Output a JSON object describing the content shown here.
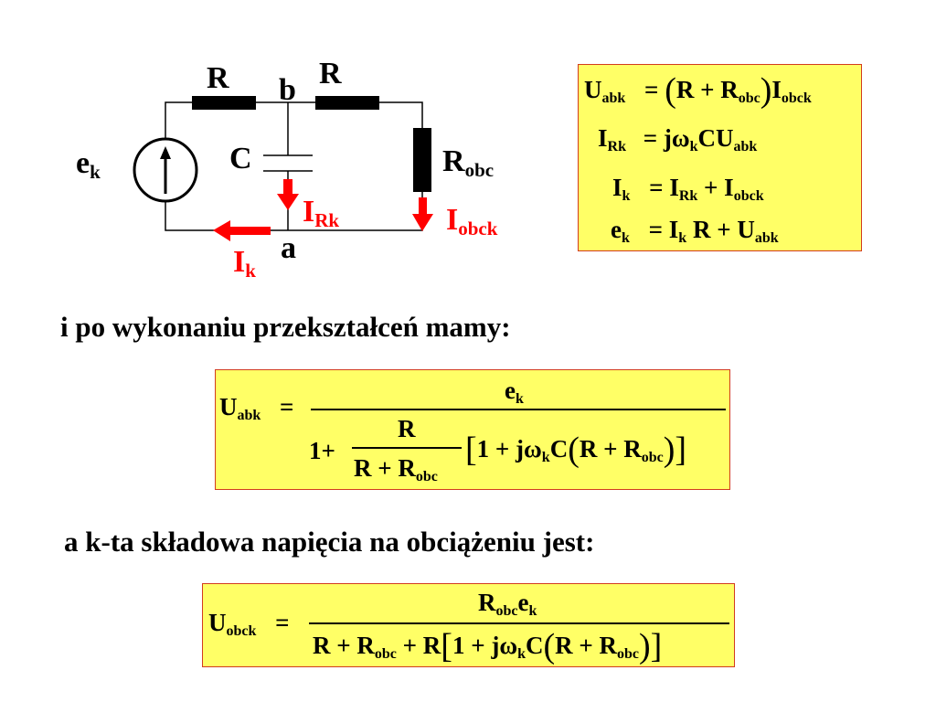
{
  "circuit": {
    "R_left": "R",
    "R_right": "R",
    "node_b": "b",
    "node_a": "a",
    "e": "e",
    "e_sub": "k",
    "C": "C",
    "R_obc": "R",
    "R_obc_sub": "obc",
    "I_Rk": "I",
    "I_Rk_sub": "Rk",
    "I_obck": "I",
    "I_obck_sub": "obck",
    "I_k": "I",
    "I_k_sub": "k",
    "arrow_color": "#ff0000"
  },
  "system_box": {
    "color": "#ffff66",
    "border": "#d23c1e",
    "row1": {
      "U": "U",
      "U_sub": "abk",
      "eq": "=",
      "R": "R",
      "plus": "+",
      "R2": "R",
      "R2_sub": "obc",
      "I": "I",
      "I_sub": "obck"
    },
    "row2": {
      "I": "I",
      "I_sub": "Rk",
      "eq": "=",
      "j": "jω",
      "j_sub": "k",
      "CU": "CU",
      "CU_sub": "abk"
    },
    "row3": {
      "I": "I",
      "I_sub": "k",
      "eq": "=",
      "I2": "I",
      "I2_sub": "Rk",
      "plus": "+",
      "I3": "I",
      "I3_sub": "obck"
    },
    "row4": {
      "e": "e",
      "e_sub": "k",
      "eq": "=",
      "I": "I",
      "I_sub": "k",
      "R": "R",
      "plus": "+",
      "U": "U",
      "U_sub": "abk"
    }
  },
  "text1": "i po wykonaniu przekształceń mamy:",
  "formula1": {
    "lhs": "U",
    "lhs_sub": "abk",
    "eq": "=",
    "num": "e",
    "num_sub": "k",
    "one_plus": "1+",
    "inner_num": "R",
    "inner_den": "R + R",
    "inner_den_sub": "obc",
    "bracket_a": "1 + jω",
    "bracket_a_sub": "k",
    "bracket_b": "C",
    "bracket_c": "R + R",
    "bracket_c_sub": "obc"
  },
  "text2": "a k-ta składowa napięcia na obciążeniu jest:",
  "formula2": {
    "lhs": "U",
    "lhs_sub": "obck",
    "eq": "=",
    "num_a": "R",
    "num_a_sub": "obc",
    "num_b": "e",
    "num_b_sub": "k",
    "den_a": "R + R",
    "den_a_sub": "obc",
    "den_b": "+ R",
    "bracket_a": "1 + jω",
    "bracket_a_sub": "k",
    "bracket_b": "C",
    "bracket_c": "R + R",
    "bracket_c_sub": "obc"
  }
}
